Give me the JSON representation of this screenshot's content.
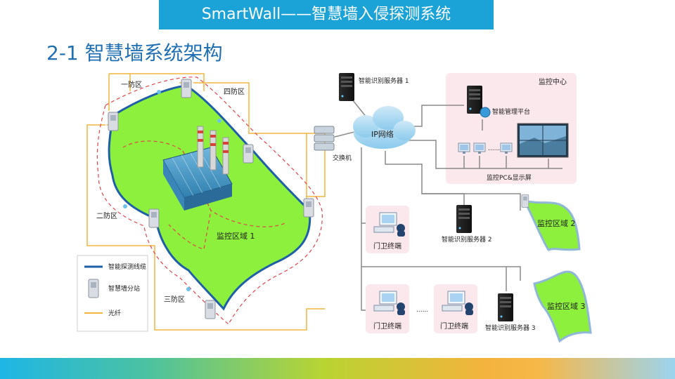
{
  "header": {
    "banner_title": "SmartWall——智慧墙入侵探测系统",
    "slide_title": "2-1 智慧墙系统架构"
  },
  "zones": {
    "zone1": "一防区",
    "zone2": "二防区",
    "zone3": "三防区",
    "zone4": "四防区",
    "monitor_area_1": "监控区域 1",
    "monitor_area_2": "监控区域 2",
    "monitor_area_3": "监控区域 3"
  },
  "legend": {
    "detection_line": "智能探测线缆",
    "substation": "智慧墙分站",
    "fiber": "光纤"
  },
  "network": {
    "server1": "智能识别服务器 1",
    "server2": "智能识别服务器 2",
    "server3": "智能识别服务器 3",
    "ip_network": "IP网络",
    "switch": "交换机",
    "monitor_center": "监控中心",
    "mgmt_platform": "智能管理平台",
    "pc_display": "监控PC&显示屏",
    "guard_terminal_1": "门卫终端",
    "guard_terminal_2": "门卫终端",
    "guard_terminal_3": "门卫终端",
    "ellipsis_pc": "......",
    "ellipsis_guard": "......"
  },
  "colors": {
    "banner": "#1ba2d6",
    "title": "#1f6fb2",
    "area_fill": "#8cf03c",
    "cable": "#1e5fa8",
    "fiber": "#f2b640",
    "dashed": "#e0464b",
    "panel": "#fbe8ec",
    "line": "#8a8a8a"
  }
}
